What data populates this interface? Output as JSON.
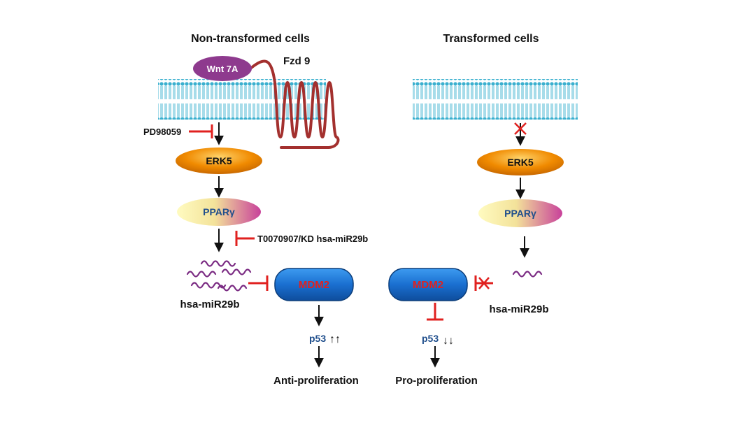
{
  "panels": {
    "left_title": "Non-transformed cells",
    "right_title": "Transformed cells"
  },
  "labels": {
    "wnt": "Wnt 7A",
    "fzd": "Fzd 9",
    "pd": "PD98059",
    "erk5": "ERK5",
    "ppar": "PPARγ",
    "inhibitor": "T0070907/KD hsa-miR29b",
    "mir": "hsa-miR29b",
    "mdm2": "MDM2",
    "p53": "p53",
    "up_arrows": "↑↑",
    "down_arrows": "↓↓",
    "outcome_left": "Anti-proliferation",
    "outcome_right": "Pro-proliferation"
  },
  "colors": {
    "membrane": "#3bb0cf",
    "inhibition": "#e0211f",
    "arrow": "#111111",
    "wnt_fill": "#8e3a8e",
    "fzd_stroke": "#a3302e",
    "erk5_fill": "#f08a00",
    "ppar_start": "#fff9a8",
    "ppar_end": "#c8419a",
    "mirna": "#7a2a82",
    "mdm2_fill": "#1a6fd0",
    "mdm2_text": "#e0211f",
    "p53_text": "#1f4e8c"
  }
}
